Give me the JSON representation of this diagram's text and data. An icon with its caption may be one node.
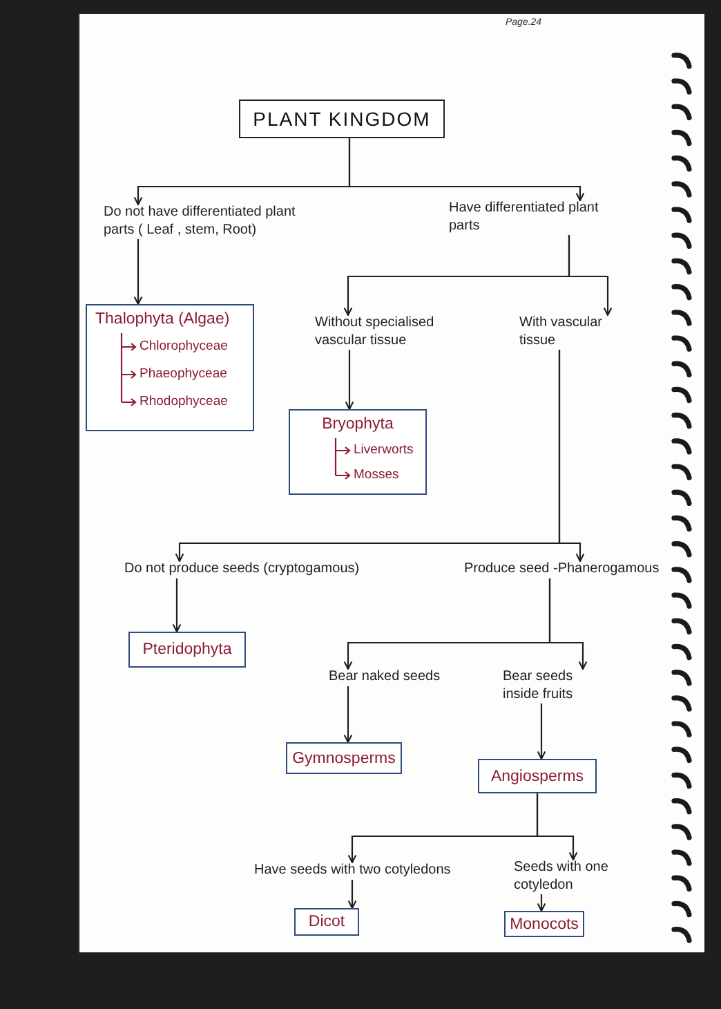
{
  "diagram": {
    "nodes": [
      {
        "text": [
          "PLANT KINGDOM"
        ]
      },
      {
        "text": [
          "Do not have differentiated plant parts ( Leaf , stem, Root)"
        ]
      },
      {
        "text": [
          "Have differentiated plant parts"
        ]
      },
      {
        "text": [
          "Thalophyta (Algae)",
          "Chlorophyceae",
          "Phaeophyceae",
          "Rhodophyceae"
        ]
      },
      {
        "text": [
          "Without specialised vascular tissue"
        ]
      },
      {
        "text": [
          "With vascular tissue"
        ]
      },
      {
        "text": [
          "Bryophyta",
          "Liverworts",
          "Mosses"
        ]
      },
      {
        "text": [
          "Do not produce seeds (cryptogamous)"
        ]
      },
      {
        "text": [
          "Produce seed -Phanerogamous"
        ]
      },
      {
        "text": [
          "Pteridophyta"
        ]
      },
      {
        "text": [
          "Bear naked seeds"
        ]
      },
      {
        "text": [
          "Bear seeds inside fruits"
        ]
      },
      {
        "text": [
          "Gymnosperms"
        ]
      },
      {
        "text": [
          "Angiosperms"
        ]
      },
      {
        "text": [
          "Have seeds with two cotyledons"
        ]
      },
      {
        "text": [
          "Seeds with one cotyledon"
        ]
      },
      {
        "text": [
          "Dicot"
        ]
      },
      {
        "text": [
          "Monocots"
        ]
      }
    ],
    "edges": [
      {
        "from": 0,
        "to": 1,
        "arrow": "to"
      },
      {
        "from": 0,
        "to": 2,
        "arrow": "to"
      },
      {
        "from": 1,
        "to": 3,
        "arrow": "to"
      },
      {
        "from": 2,
        "to": 4,
        "arrow": "to"
      },
      {
        "from": 2,
        "to": 5,
        "arrow": "to"
      },
      {
        "from": 4,
        "to": 6,
        "arrow": "to"
      },
      {
        "from": 5,
        "to": 7,
        "arrow": "to"
      },
      {
        "from": 5,
        "to": 8,
        "arrow": "to"
      },
      {
        "from": 7,
        "to": 9,
        "arrow": "to"
      },
      {
        "from": 8,
        "to": 10,
        "arrow": "to"
      },
      {
        "from": 8,
        "to": 11,
        "arrow": "to"
      },
      {
        "from": 10,
        "to": 12,
        "arrow": "to"
      },
      {
        "from": 11,
        "to": 13,
        "arrow": "to"
      },
      {
        "from": 13,
        "to": 14,
        "arrow": "to"
      },
      {
        "from": 13,
        "to": 15,
        "arrow": "to"
      },
      {
        "from": 14,
        "to": 16,
        "arrow": "to"
      },
      {
        "from": 15,
        "to": 17,
        "arrow": "to"
      }
    ],
    "labels": [
      "Page.24"
    ]
  }
}
